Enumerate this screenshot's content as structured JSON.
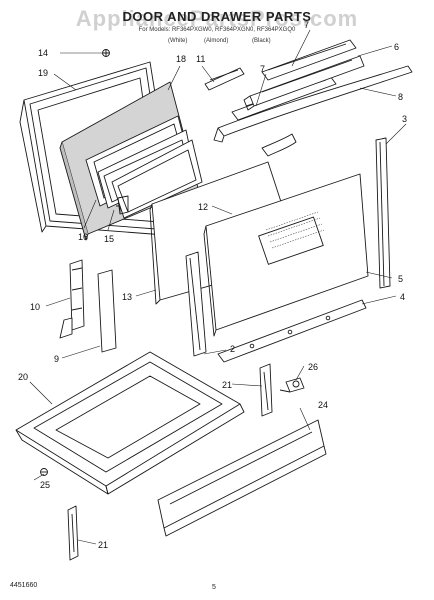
{
  "header": {
    "title": "DOOR AND DRAWER PARTS",
    "watermark": "AppliancePartsPros.com",
    "subtitle": "For Models: RF364PXGW0, RF364PXGN0, RF364PXGQ0",
    "variants": [
      "(White)",
      "(Almond)",
      "(Black)"
    ]
  },
  "callouts": [
    "14",
    "19",
    "18",
    "11",
    "7",
    "7",
    "6",
    "8",
    "3",
    "16",
    "15",
    "12",
    "13",
    "10",
    "9",
    "5",
    "4",
    "2",
    "21",
    "26",
    "20",
    "24",
    "25",
    "21"
  ],
  "footer": {
    "part_code": "4451660",
    "page_number": "5"
  },
  "colors": {
    "line": "#1a1a1a",
    "insulation": "#cfcfcf",
    "background": "#ffffff"
  }
}
